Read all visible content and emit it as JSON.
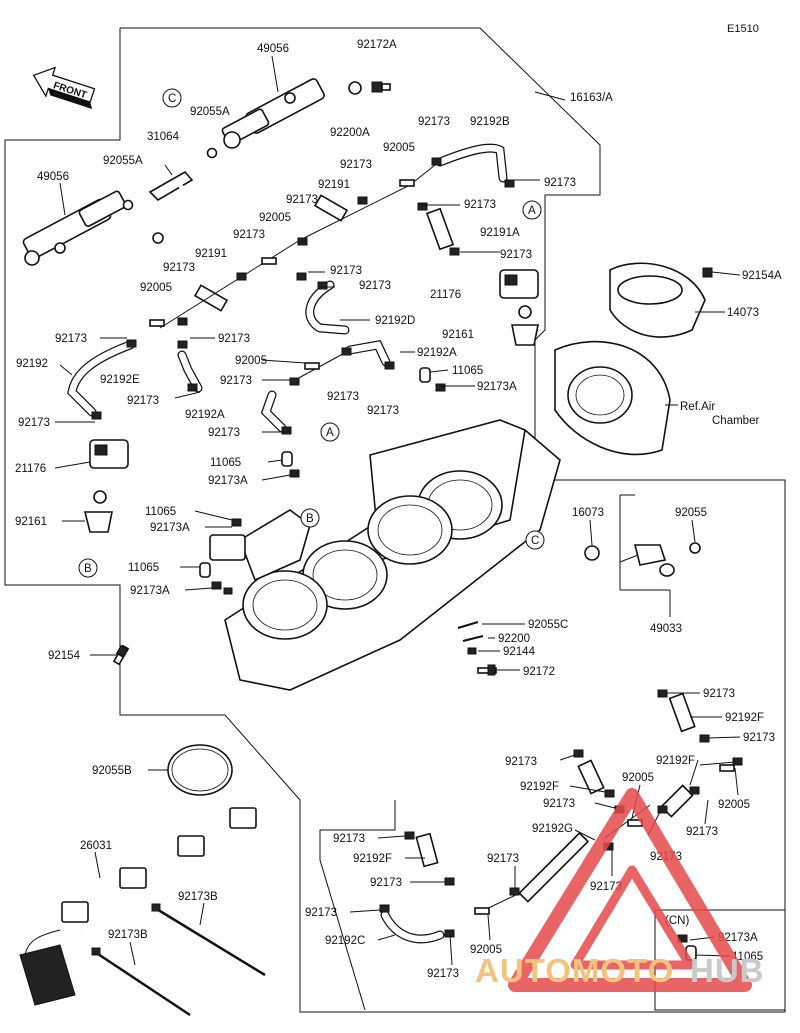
{
  "diagram_code": "E1510",
  "front_label": "FRONT",
  "callouts": [
    "A",
    "B",
    "C"
  ],
  "ref_note": [
    "Ref.Air",
    "Chamber"
  ],
  "cn_label": "(CN)",
  "watermark": {
    "part1": "AUTOMOTO",
    "part2": "HUB"
  },
  "parts": {
    "p49056_top": "49056",
    "p92172A": "92172A",
    "p16163A": "16163/A",
    "p92055A_top": "92055A",
    "p92200A": "92200A",
    "p31064": "31064",
    "p92055A_left": "92055A",
    "p49056_left": "49056",
    "p92173_a": "92173",
    "p92192B": "92192B",
    "p92005_a": "92005",
    "p92173_b": "92173",
    "p92173_c": "92173",
    "p92191": "92191",
    "p92173_d": "92173",
    "p92191A": "92191A",
    "p92005_b": "92005",
    "p92173_e": "92173",
    "p92173_f": "92173",
    "p92191_b": "92191",
    "p92173_g": "92173",
    "p92173_h": "92173",
    "p92173_i": "92173",
    "p92005_c": "92005",
    "p92192D": "92192D",
    "p21176_right": "21176",
    "p92154A": "92154A",
    "p14073": "14073",
    "p92173_j": "92173",
    "p92173_k": "92173",
    "p92161_right": "92161",
    "p92192": "92192",
    "p92005_d": "92005",
    "p92192A": "92192A",
    "p92192E": "92192E",
    "p92173_l": "92173",
    "p11065_a": "11065",
    "p92173A_a": "92173A",
    "p92173_m": "92173",
    "p92173_n": "92173",
    "p92173_o": "92173",
    "p92192A_b": "92192A",
    "p92173_p": "92173",
    "p92173_q": "92173",
    "p21176_left": "21176",
    "p11065_b": "11065",
    "p92173A_b": "92173A",
    "p11065_c": "11065",
    "p92173A_c": "92173A",
    "p92161_left": "92161",
    "p16073": "16073",
    "p92055": "92055",
    "p11065_d": "11065",
    "p92173A_d": "92173A",
    "p49033": "49033",
    "p92055C": "92055C",
    "p92200": "92200",
    "p92144": "92144",
    "p92172": "92172",
    "p92154": "92154",
    "p92173_r": "92173",
    "p92192F_a": "92192F",
    "p92173_s": "92173",
    "p92055B": "92055B",
    "p92173_t": "92173",
    "p92192F_b": "92192F",
    "p92005_e": "92005",
    "p92192F_c": "92192F",
    "p92173_u": "92173",
    "p92005_f": "92005",
    "p92173_v": "92173",
    "p92192G": "92192G",
    "p92173_w": "92173",
    "p26031": "26031",
    "p92173_x": "92173",
    "p92192F_d": "92192F",
    "p92173_y": "92173",
    "p92173_z": "92173",
    "p92173B_a": "92173B",
    "p92173_aa": "92173",
    "p92192C": "92192C",
    "p92005_g": "92005",
    "p92173B_b": "92173B",
    "p92173_ab": "92173",
    "p92173A_cn": "92173A",
    "p11065_cn": "11065"
  }
}
